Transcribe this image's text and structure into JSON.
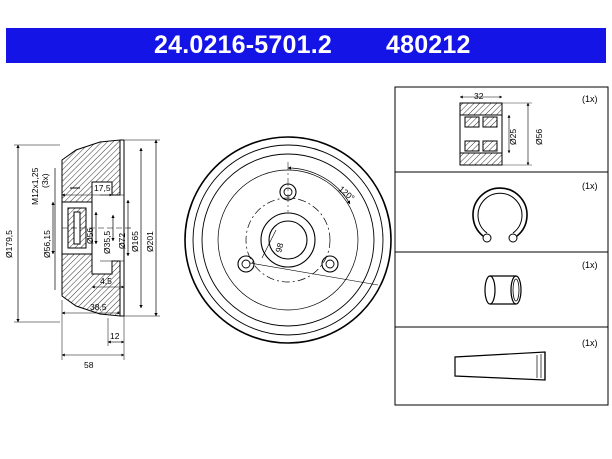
{
  "header": {
    "part_number": "24.0216-5701.2",
    "ref_number": "480212",
    "bg_color": "#1414e6",
    "text_color": "#ffffff"
  },
  "side_view": {
    "dims": {
      "d1795": "Ø179,5",
      "thread": "M12x1,25",
      "qty3": "(3x)",
      "d5615": "Ø56,15",
      "l175": "17,5",
      "d56": "Ø56",
      "d355": "Ø35,5",
      "d72": "Ø72",
      "d165": "Ø165",
      "d201": "Ø201",
      "l45": "4,5",
      "l385": "38,5",
      "l12": "12",
      "l58": "58"
    }
  },
  "front_view": {
    "bolt_circle": "98",
    "angle": "120°"
  },
  "parts": {
    "bearing": {
      "qty": "(1x)",
      "width": "32",
      "d25": "Ø25",
      "d56": "Ø56"
    },
    "circlip": {
      "qty": "(1x)"
    },
    "cap": {
      "qty": "(1x)"
    },
    "wedge": {
      "qty": "(1x)"
    }
  }
}
